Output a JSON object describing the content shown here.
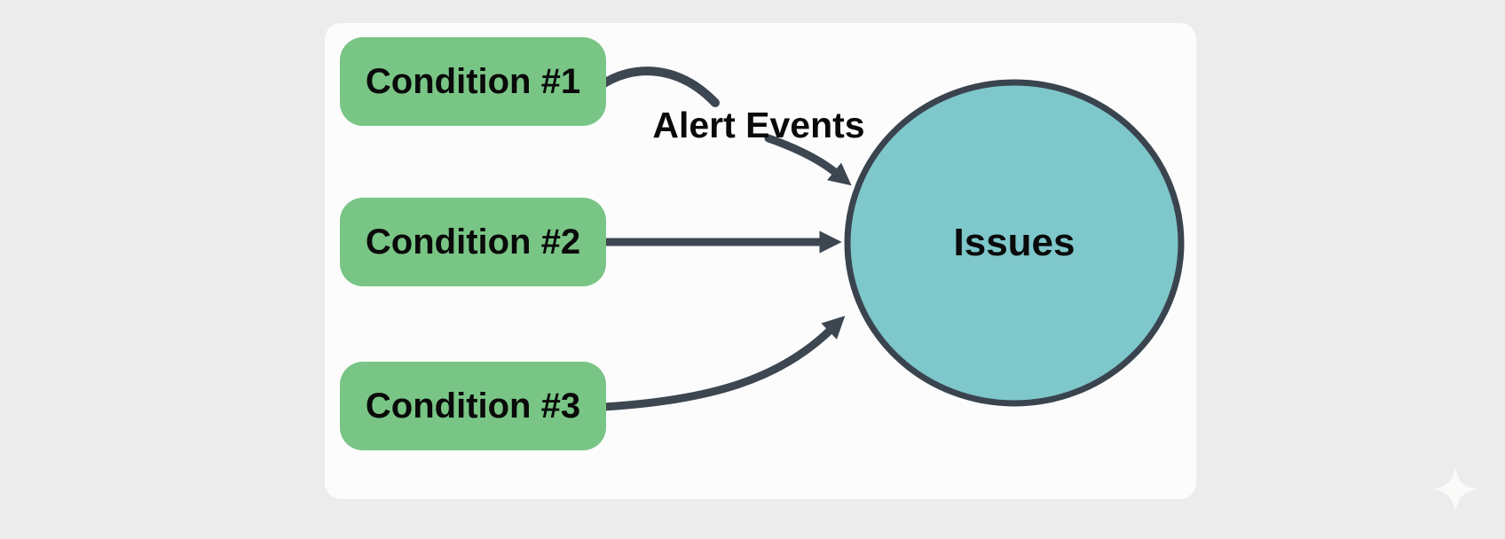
{
  "diagram": {
    "nodes": {
      "condition1": {
        "label": "Condition #1"
      },
      "condition2": {
        "label": "Condition #2"
      },
      "condition3": {
        "label": "Condition #3"
      },
      "issues": {
        "label": "Issues"
      }
    },
    "edge_label": "Alert Events",
    "edges": [
      {
        "from": "condition1",
        "to": "issues",
        "label": "Alert Events",
        "style": "curved"
      },
      {
        "from": "condition2",
        "to": "issues",
        "label": "",
        "style": "straight"
      },
      {
        "from": "condition3",
        "to": "issues",
        "label": "",
        "style": "curved"
      }
    ],
    "icons": {
      "sparkle": "four-point-star-watermark"
    },
    "colors": {
      "background": "#ececec",
      "panel": "#fcfcfc",
      "node_green": "#79c585",
      "circle_teal": "#7ec7cb",
      "node_border": "#3a444e",
      "stroke_dark": "#3d4751",
      "text": "#0a0a0a",
      "sparkle": "#fafaf8"
    }
  }
}
